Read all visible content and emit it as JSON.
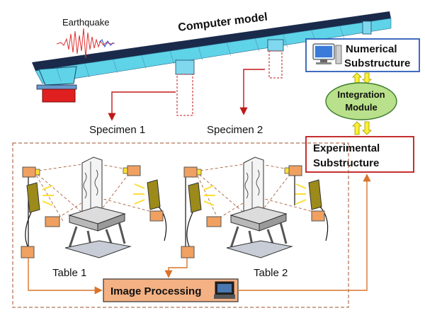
{
  "labels": {
    "earthquake": "Earthquake",
    "computer_model": "Computer model",
    "numerical_line1": "Numerical",
    "numerical_line2": "Substructure",
    "integration_line1": "Integration",
    "integration_line2": "Module",
    "experimental_line1": "Experimental",
    "experimental_line2": "Substructure",
    "specimen1": "Specimen 1",
    "specimen2": "Specimen 2",
    "table1": "Table 1",
    "table2": "Table 2",
    "image_processing": "Image Processing"
  },
  "colors": {
    "deck": "#5fd3e8",
    "deck_dark": "#1a2a4a",
    "pier": "#7fd8ee",
    "footing": "#e02020",
    "seismogram": "#e03030",
    "numerical_border": "#2a5cb8",
    "integration_fill": "#b9e08a",
    "integration_border": "#3a7a2a",
    "double_arrow": "#ffee33",
    "experimental_border": "#c01818",
    "specimen_arrow": "#c01818",
    "flow_arrow": "#d9752a",
    "dashed_box": "#a0522d",
    "image_processing_fill": "#f4b183",
    "camera_body": "#f0a060",
    "light_panel": "#9c8a1a"
  },
  "icons": [
    "computer-icon",
    "camera-icon",
    "light-icon",
    "shake-table-icon",
    "workstation-icon"
  ]
}
